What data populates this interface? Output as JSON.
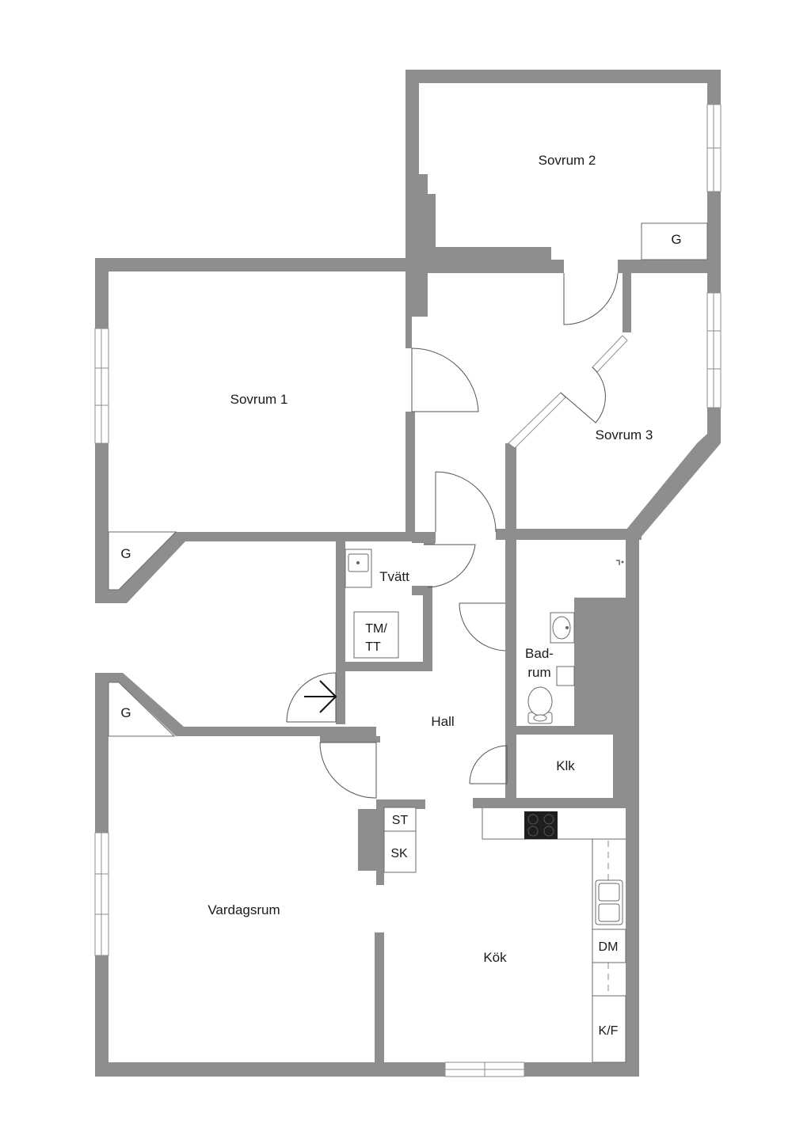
{
  "rooms": {
    "sovrum2": "Sovrum 2",
    "sovrum1": "Sovrum 1",
    "sovrum3": "Sovrum 3",
    "tvatt": "Tvätt",
    "tmtt_line1": "TM/",
    "tmtt_line2": "TT",
    "badrum_line1": "Bad-",
    "badrum_line2": "rum",
    "hall": "Hall",
    "klk": "Klk",
    "st": "ST",
    "sk": "SK",
    "vardagsrum": "Vardagsrum",
    "kok": "Kök",
    "dm": "DM",
    "kf": "K/F",
    "g_sovrum2": "G",
    "g_sovrum1": "G",
    "g_vardagsrum": "G"
  },
  "colors": {
    "wall": "#8e8e8e",
    "background": "#ffffff",
    "text": "#1a1a1a"
  }
}
